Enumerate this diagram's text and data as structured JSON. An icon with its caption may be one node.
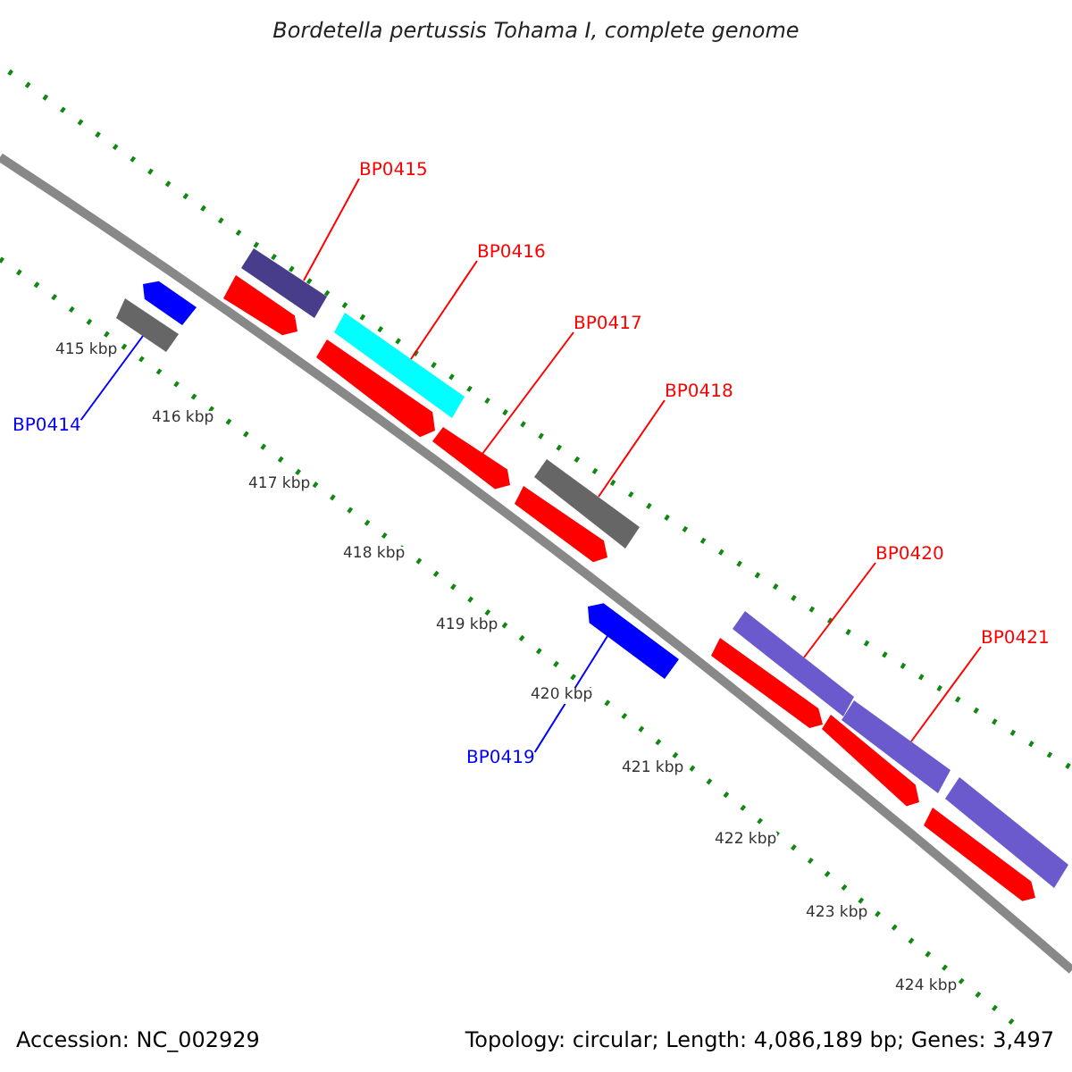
{
  "diagram": {
    "title": "Bordetella pertussis Tohama I, complete genome",
    "nodes": [
      {
        "text": [
          "BP0415"
        ]
      },
      {
        "text": [
          "BP0416"
        ]
      },
      {
        "text": [
          "BP0417"
        ]
      },
      {
        "text": [
          "BP0418"
        ]
      },
      {
        "text": [
          "BP0420"
        ]
      },
      {
        "text": [
          "BP0421"
        ]
      },
      {
        "text": [
          "BP0414"
        ]
      },
      {
        "text": [
          "BP0419"
        ]
      },
      {
        "text": [],
        "shape": "bar"
      },
      {
        "text": [],
        "shape": "arrow"
      },
      {
        "text": [],
        "shape": "arrow"
      },
      {
        "text": [],
        "shape": "bar"
      },
      {
        "text": [],
        "shape": "arrow"
      },
      {
        "text": [],
        "shape": "bar"
      },
      {
        "text": [],
        "shape": "arrow"
      },
      {
        "text": [],
        "shape": "arrow"
      },
      {
        "text": [],
        "shape": "bar"
      },
      {
        "text": [],
        "shape": "arrow"
      },
      {
        "text": [],
        "shape": "arrow"
      },
      {
        "text": [],
        "shape": "bar"
      },
      {
        "text": [],
        "shape": "arrow"
      },
      {
        "text": [],
        "shape": "bar"
      },
      {
        "text": [],
        "shape": "arrow"
      },
      {
        "text": [],
        "shape": "bar"
      }
    ],
    "edges": [
      {
        "from": 0,
        "to": 11,
        "arrow": "none"
      },
      {
        "from": 1,
        "to": 13,
        "arrow": "none"
      },
      {
        "from": 2,
        "to": 14,
        "arrow": "none"
      },
      {
        "from": 3,
        "to": 16,
        "arrow": "none"
      },
      {
        "from": 4,
        "to": 19,
        "arrow": "none"
      },
      {
        "from": 5,
        "to": 21,
        "arrow": "none"
      },
      {
        "from": 6,
        "to": 8,
        "arrow": "none",
        "color": "#0000ff"
      },
      {
        "from": 7,
        "to": 17,
        "arrow": "none",
        "color": "#0000ff"
      }
    ],
    "labels": [
      "415 kbp",
      "416 kbp",
      "417 kbp",
      "418 kbp",
      "419 kbp",
      "420 kbp",
      "421 kbp",
      "422 kbp",
      "423 kbp",
      "424 kbp",
      "Accession: NC_002929",
      "Topology: circular; Length: 4,086,189 bp; Genes: 3,497"
    ]
  }
}
